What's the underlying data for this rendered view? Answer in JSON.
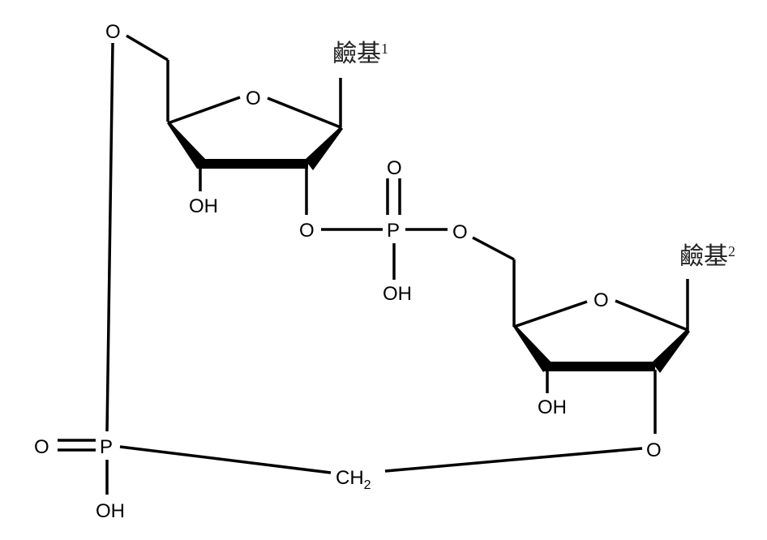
{
  "diagram": {
    "type": "chemical-structure",
    "description": "Cyclic dinucleotide analog with a phosphodiester linkage and a methylphosphonate (P-CH2) linkage",
    "labels": {
      "base1": "鹼基",
      "base1_sup": "1",
      "base2": "鹼基",
      "base2_sup": "2"
    },
    "atoms": {
      "o_top_left": "O",
      "ring1_o": "O",
      "ring1_oh": "OH",
      "ring1_o3": "O",
      "p1": "P",
      "p1_o_double": "O",
      "p1_oh": "OH",
      "p1_o_right": "O",
      "ring2_o": "O",
      "ring2_oh": "OH",
      "ring2_o3": "O",
      "p2": "P",
      "p2_o_double": "O",
      "p2_oh": "OH",
      "ch2": "CH",
      "ch2_sub": "2"
    }
  }
}
